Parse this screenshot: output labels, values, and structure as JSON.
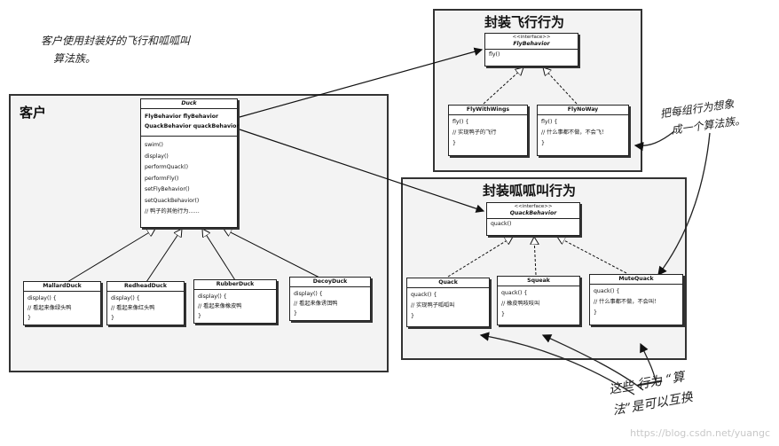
{
  "notes": {
    "top_left": [
      "客户使用封装好的飞行和呱呱叫",
      "算法族。"
    ],
    "right": [
      "把每组行为想象",
      "成一个算法族。"
    ],
    "bottom_right": {
      "line1_prefix": "这些",
      "line1_struck": "行为",
      "line1_suffix": "“算",
      "line2": "法”是可以互换"
    }
  },
  "regions": {
    "client": "客户",
    "fly": "封装飞行行为",
    "quack": "封装呱呱叫行为"
  },
  "duck": {
    "name": "Duck",
    "fields": [
      "FlyBehavior flyBehavior",
      "QuackBehavior quackBehavior"
    ],
    "methods": [
      "swim()",
      "display()",
      "performQuack()",
      "performFly()",
      "setFlyBehavior()",
      "setQuackBehavior()",
      "// 鸭子的其他行为……"
    ]
  },
  "subclasses": [
    {
      "name": "MallardDuck",
      "lines": [
        "display() {",
        "// 看起来像绿头鸭",
        "}"
      ]
    },
    {
      "name": "RedheadDuck",
      "lines": [
        "display() {",
        "// 看起来像红头鸭",
        "}"
      ]
    },
    {
      "name": "RubberDuck",
      "lines": [
        "display() {",
        "// 看起来像橡皮鸭",
        "}"
      ]
    },
    {
      "name": "DecoyDuck",
      "lines": [
        "display() {",
        "// 看起来像诱饵鸭",
        "}"
      ]
    }
  ],
  "fly_interface": {
    "stereotype": "<<interface>>",
    "name": "FlyBehavior",
    "method": "fly()"
  },
  "fly_impls": [
    {
      "name": "FlyWithWings",
      "lines": [
        "fly() {",
        "// 实现鸭子的飞行",
        "}"
      ]
    },
    {
      "name": "FlyNoWay",
      "lines": [
        "fly() {",
        "// 什么事都不做，不会飞！",
        "}"
      ]
    }
  ],
  "quack_interface": {
    "stereotype": "<<interface>>",
    "name": "QuackBehavior",
    "method": "quack()"
  },
  "quack_impls": [
    {
      "name": "Quack",
      "lines": [
        "quack() {",
        "// 实现鸭子呱呱叫",
        "}"
      ]
    },
    {
      "name": "Squeak",
      "lines": [
        "quack() {",
        "// 橡皮鸭吱吱叫",
        "}"
      ]
    },
    {
      "name": "MuteQuack",
      "lines": [
        "quack() {",
        "// 什么事都不做，不会叫！",
        "}"
      ]
    }
  ],
  "watermark": "https://blog.csdn.net/yuangc"
}
